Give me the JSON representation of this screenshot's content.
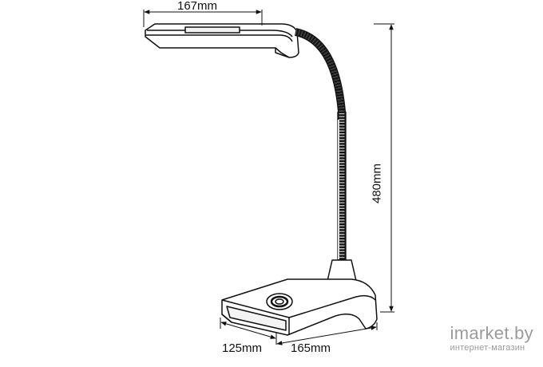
{
  "dimensions": {
    "head_width": "167mm",
    "height": "480mm",
    "base_depth": "125mm",
    "base_width": "165mm"
  },
  "watermark": {
    "brand": "imarket.by",
    "tagline": "интернет-магазин"
  }
}
